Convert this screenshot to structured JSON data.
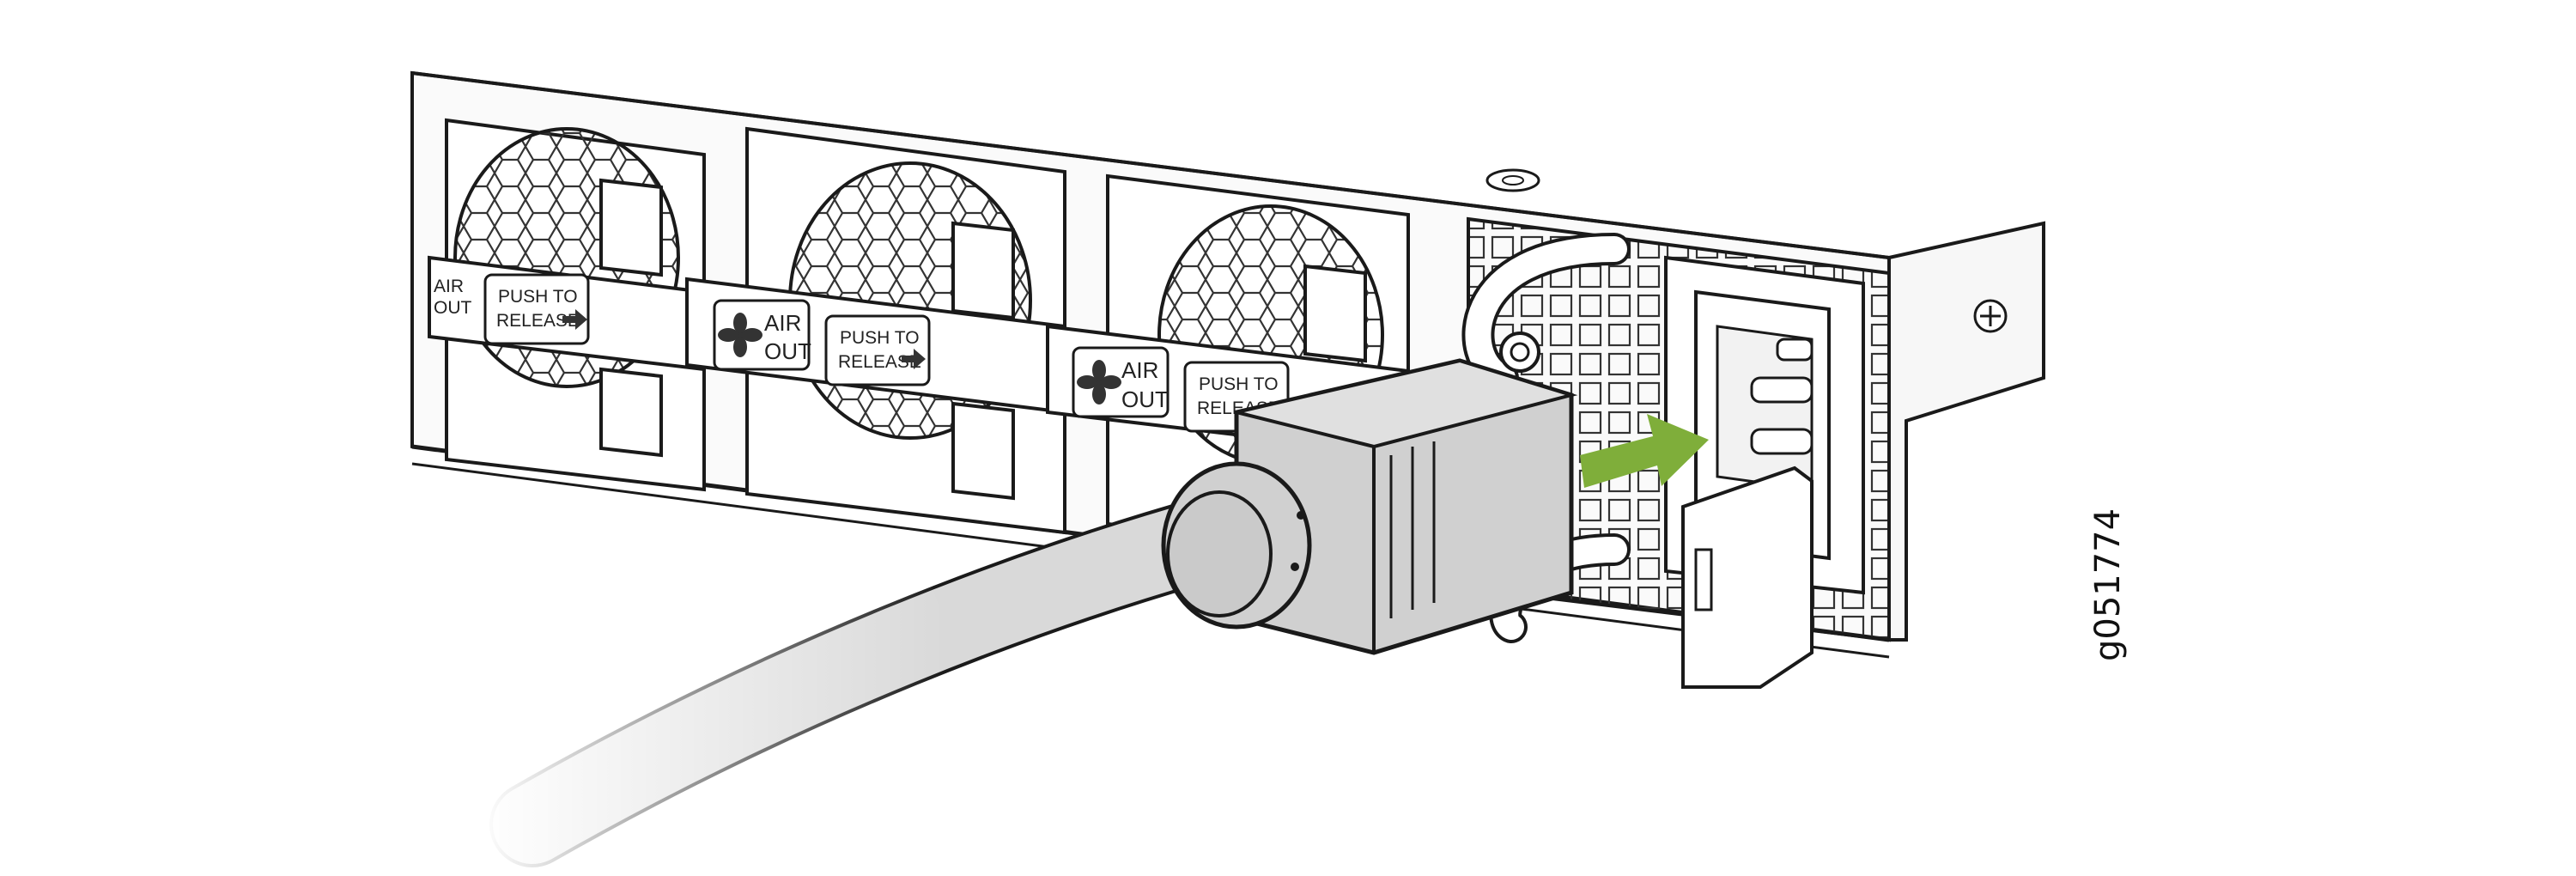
{
  "figure_id": "g051774",
  "fan_modules": [
    {
      "air_label_line1": "AIR",
      "air_label_line2": "OUT",
      "release_line1": "PUSH TO",
      "release_line2": "RELEASE"
    },
    {
      "air_label_line1": "AIR",
      "air_label_line2": "OUT",
      "release_line1": "PUSH TO",
      "release_line2": "RELEASE"
    },
    {
      "air_label_line1": "AIR",
      "air_label_line2": "OUT",
      "release_line1": "PUSH TO",
      "release_line2": "RELEASE"
    }
  ],
  "colors": {
    "arrow": "#7fae3a",
    "plug_body": "#d0d0d0",
    "cable": "#d9d9d9",
    "outline": "#1a1a1a"
  }
}
